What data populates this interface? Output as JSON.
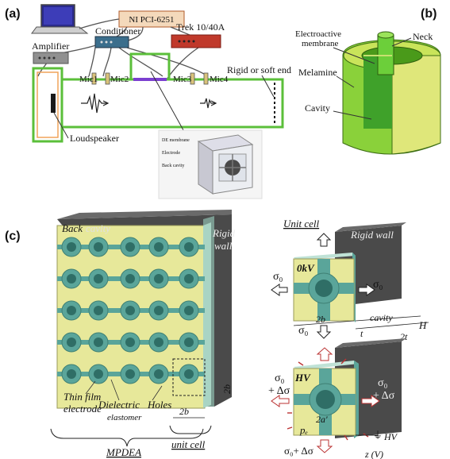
{
  "panels": {
    "a": "(a)",
    "b": "(b)",
    "c": "(c)"
  },
  "panel_a": {
    "daq": "NI PCI-6251",
    "amplifier": "Amplifier",
    "conditioner": "Conditioner",
    "trek": "Trek 10/40A",
    "mic1": "Mic1",
    "mic2": "Mic2",
    "mic3": "Mic3",
    "mic4": "Mic4",
    "end": "Rigid or soft end",
    "loudspeaker": "Loudspeaker",
    "inset": {
      "membrane": "DE membrane",
      "electrode": "Electrode",
      "back_cavity": "Back cavity"
    }
  },
  "panel_b": {
    "membrane_l1": "Electroactive",
    "membrane_l2": "membrane",
    "neck": "Neck",
    "melamine": "Melamine",
    "cavity": "Cavity"
  },
  "panel_c": {
    "back_cavity_l1": "Back",
    "back_cavity_l2": "cavity",
    "rigid_wall_l1": "Rigid",
    "rigid_wall_l2": "wall",
    "thin_film_l1": "Thin film",
    "thin_film_l2": "electrode",
    "dielectric_l1": "Dielectric",
    "dielectric_l2": "elastomer",
    "holes": "Holes",
    "two_b_side": "2b",
    "two_b_bottom": "2b",
    "mpdea": "MPDEA",
    "unit_cell": "unit cell",
    "uc_title": "Unit cell",
    "uc_rigid_wall": "Rigid wall",
    "zero_kv": "0kV",
    "sigma0_left": "σ₀",
    "sigma0_right": "σ₀",
    "two_b_uc": "2b",
    "cavity": "cavity",
    "H": "H",
    "t": "t",
    "two_t": "2t",
    "hv": "HV",
    "sigma0_l2": "σ₀",
    "plus_ds_l": "+ Δσ",
    "sigma0_r2": "σ₀",
    "plus_ds_r": "+ Δσ",
    "two_a": "2a'",
    "pe": "pₑ",
    "bottom_sigma": "σ₀+ Δσ",
    "hv_ground": "HV",
    "z_label": "z (V)"
  }
}
